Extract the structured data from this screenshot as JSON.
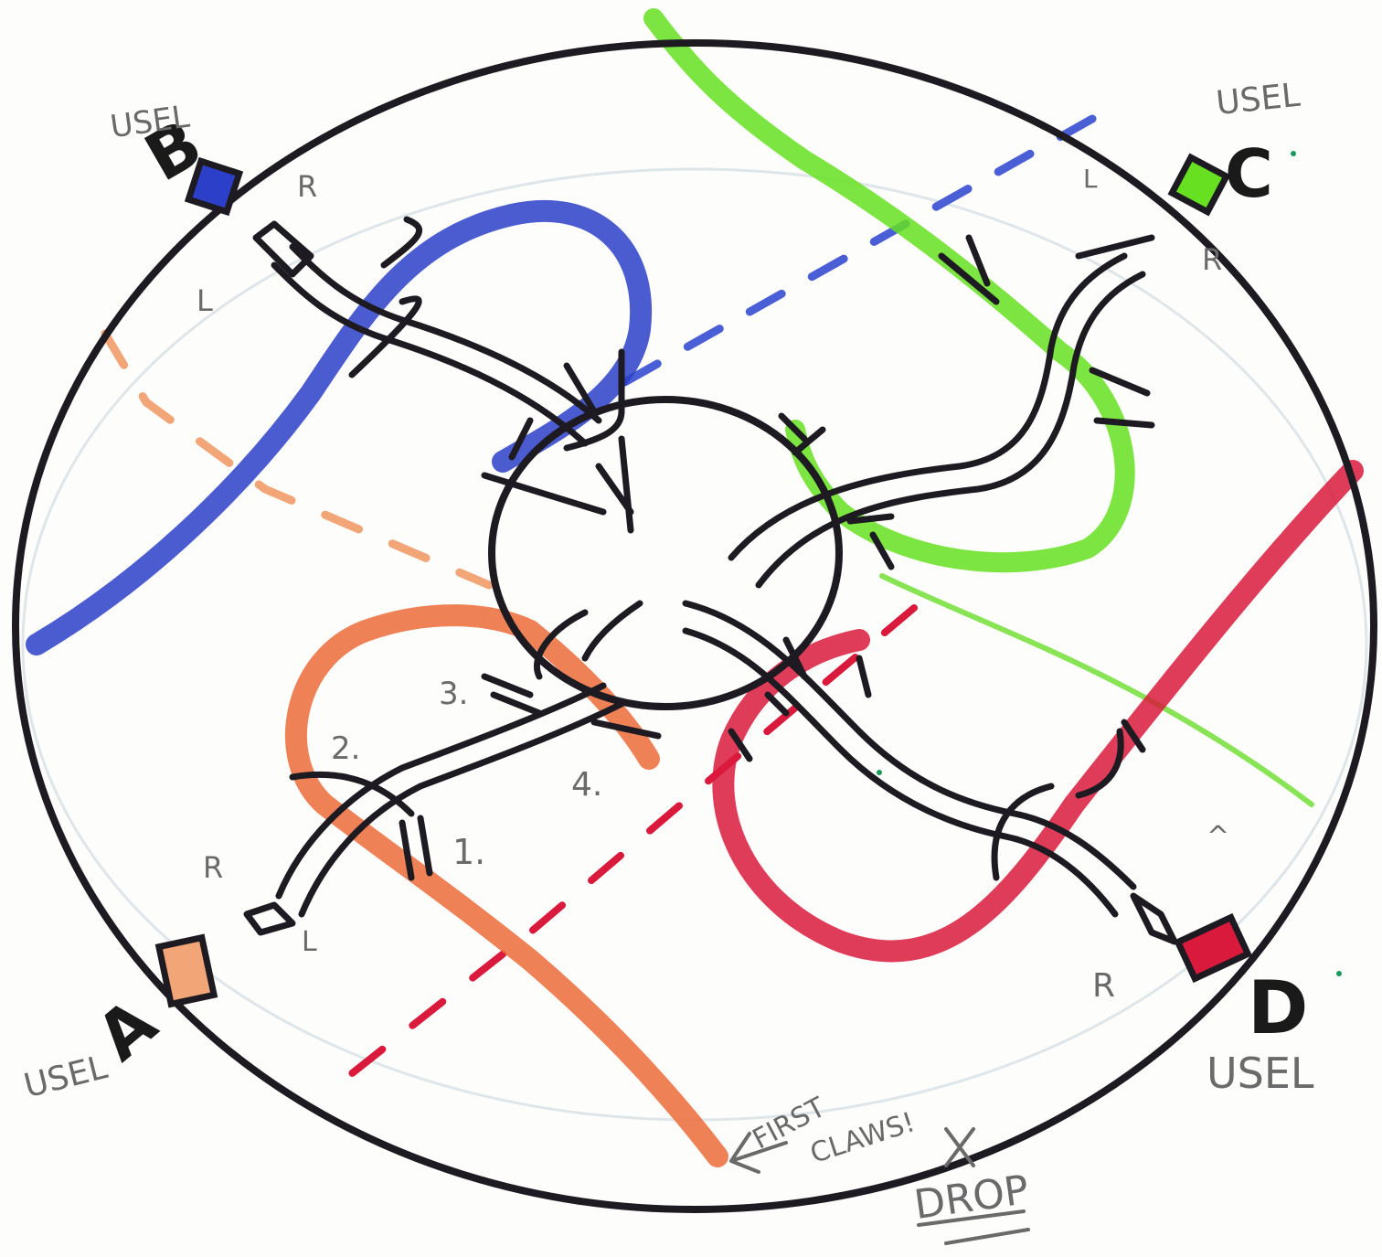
{
  "colors": {
    "ink": "#1d1b21",
    "blue": "#2c3fc9",
    "green": "#66e021",
    "red": "#d91a3c",
    "orange": "#ec6b3a",
    "peach": "#f2a577",
    "pencil": "#6a6a6a"
  },
  "stations": {
    "A": {
      "letter": "A",
      "label": "USEL",
      "pin_color": "#f2a577"
    },
    "B": {
      "letter": "B",
      "label": "USEL",
      "pin_color": "#2c3fc9"
    },
    "C": {
      "letter": "C",
      "label": "USEL",
      "pin_color": "#66e021"
    },
    "D": {
      "letter": "D",
      "label": "USEL",
      "pin_color": "#d91a3c"
    }
  },
  "side_marks": {
    "b_r": "R",
    "b_l": "L",
    "c_l": "L",
    "c_r": "R",
    "a_r": "R",
    "a_l": "L",
    "d_l": "^",
    "d_r": "R"
  },
  "sequence": [
    "1.",
    "2.",
    "3.",
    "4."
  ],
  "notes": {
    "first_line1": "FIRST",
    "first_line2": "CLAWS!",
    "drop": "DROP"
  }
}
